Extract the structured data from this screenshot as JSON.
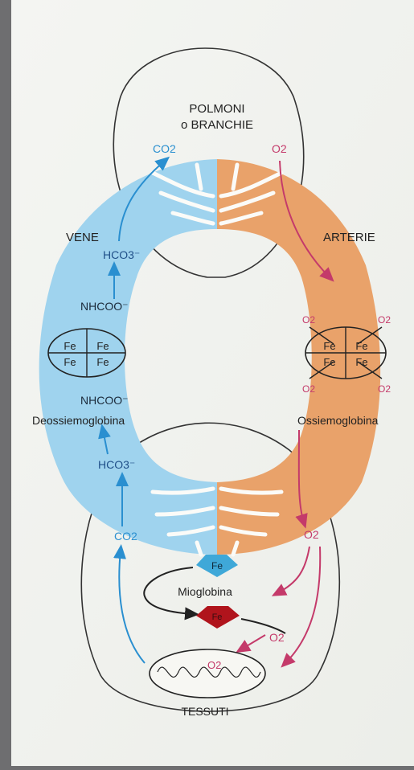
{
  "diagram": {
    "top_organ": {
      "line1": "POLMONI",
      "line2": "o BRANCHIE"
    },
    "bottom_organ": {
      "label": "TESSUTI"
    },
    "left_side": {
      "label": "VENE"
    },
    "right_side": {
      "label": "ARTERIE"
    },
    "deoxy": {
      "label": "Deossiemoglobina",
      "carbamate_top": "NHCOO⁻",
      "carbamate_bottom": "NHCOO⁻",
      "heme": [
        "Fe",
        "Fe",
        "Fe",
        "Fe"
      ]
    },
    "oxy": {
      "label": "Ossiemoglobina",
      "heme": [
        "Fe",
        "Fe",
        "Fe",
        "Fe"
      ],
      "bound_o2": [
        "O2",
        "O2",
        "O2",
        "O2"
      ]
    },
    "co2_top": "CO2",
    "co2_bottom": "CO2",
    "o2_top": "O2",
    "o2_bottom_1": "O2",
    "o2_bottom_2": "O2",
    "o2_mito": "O2",
    "hco3_top": "HCO3⁻",
    "hco3_bottom": "HCO3⁻",
    "myoglobin": {
      "label": "Mioglobina",
      "fe_top": "Fe",
      "fe_bottom": "Fe"
    },
    "colors": {
      "venous": "#9fd3ee",
      "arterial": "#e9a26a",
      "co2_text": "#2a8fd0",
      "o2_text": "#c43a6a",
      "myoglobin_deoxy": "#3fa8d8",
      "myoglobin_oxy": "#b0141c"
    }
  }
}
